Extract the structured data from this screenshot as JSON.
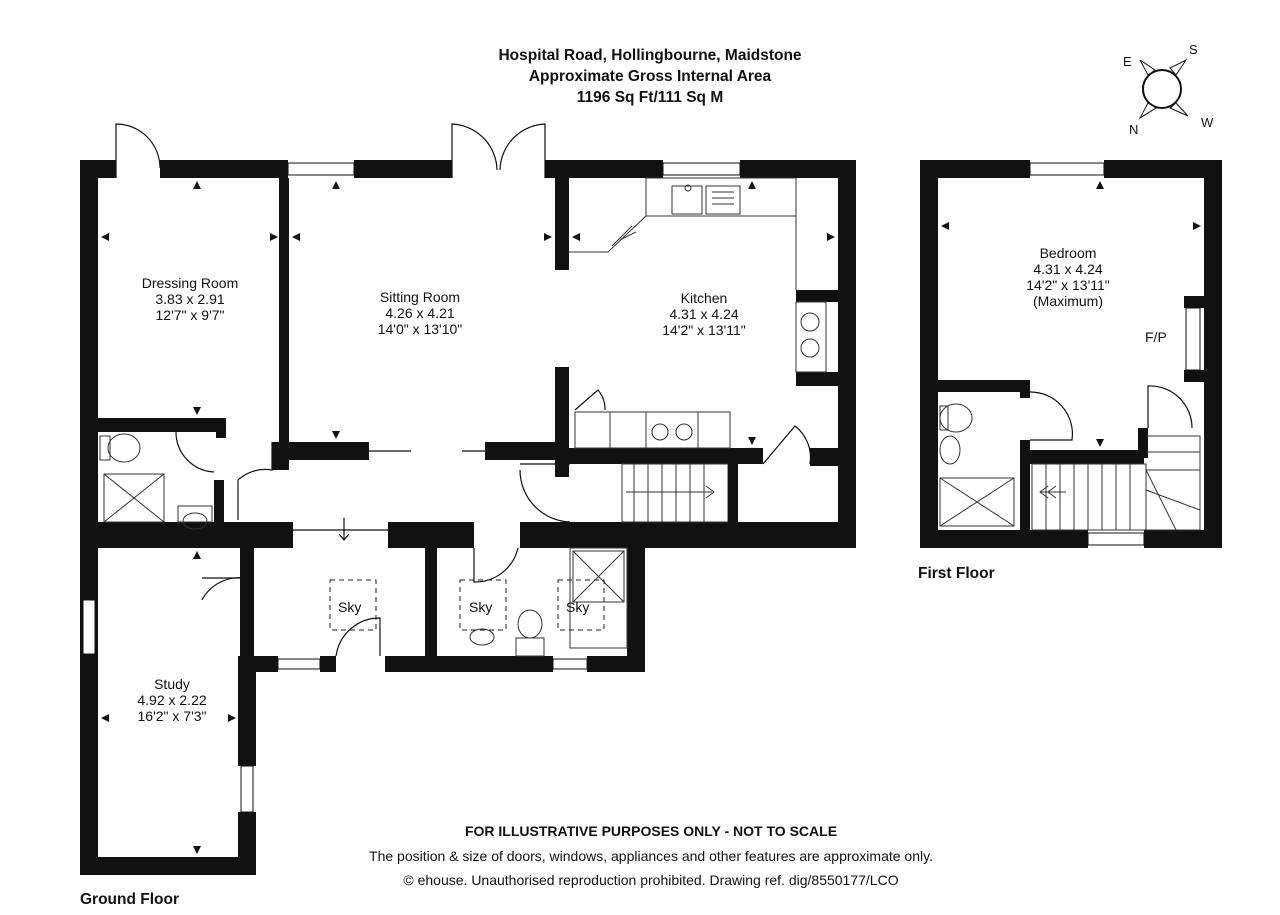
{
  "header": {
    "title": "Hospital Road, Hollingbourne, Maidstone",
    "subtitle": "Approximate Gross Internal Area",
    "area": "1196 Sq Ft/111 Sq M"
  },
  "compass": {
    "e": "E",
    "s": "S",
    "n": "N",
    "w": "W"
  },
  "rooms": {
    "dressing": {
      "name": "Dressing Room",
      "metric": "3.83 x 2.91",
      "imperial": "12'7\" x 9'7\""
    },
    "sitting": {
      "name": "Sitting Room",
      "metric": "4.26 x 4.21",
      "imperial": "14'0\" x 13'10\""
    },
    "kitchen": {
      "name": "Kitchen",
      "metric": "4.31 x 4.24",
      "imperial": "14'2\" x 13'11\""
    },
    "study": {
      "name": "Study",
      "metric": "4.92 x 2.22",
      "imperial": "16'2\" x 7'3\""
    },
    "bedroom": {
      "name": "Bedroom",
      "metric": "4.31 x 4.24",
      "imperial": "14'2\" x 13'11\"",
      "note": "(Maximum)"
    }
  },
  "labels": {
    "fireplace": "F/P",
    "skylight": "Sky"
  },
  "floors": {
    "ground": "Ground Floor",
    "first": "First Floor"
  },
  "disclaimer": {
    "line1": "FOR ILLUSTRATIVE PURPOSES ONLY - NOT TO SCALE",
    "line2": "The position & size of doors, windows, appliances and other features are approximate only.",
    "line3": "© ehouse. Unauthorised reproduction prohibited. Drawing ref. dig/8550177/LCO"
  }
}
